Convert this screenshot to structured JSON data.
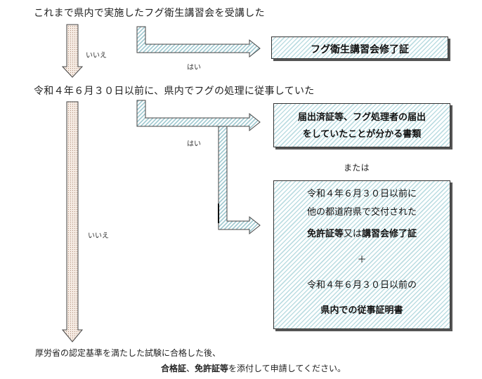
{
  "questions": {
    "q1": "これまで県内で実施したフグ衛生講習会を受講した",
    "q2": "令和４年６月３０日以前に、県内でフグの処理に従事していた"
  },
  "labels": {
    "no1": "いいえ",
    "yes1": "はい",
    "yes2": "はい",
    "no2": "いいえ",
    "or": "または",
    "plus": "＋"
  },
  "boxes": {
    "box1": "フグ衛生講習会修了証",
    "box2": {
      "line1": "届出済証等、フグ処理者の届出",
      "line2": "をしていたことが分かる書類"
    },
    "box3": {
      "line1": "令和４年６月３０日以前に",
      "line2": "他の都道府県で交付された",
      "line3_bold1": "免許証等",
      "line3_mid": "又は",
      "line3_bold2": "講習会修了証",
      "line4": "令和４年６月３０日以前の",
      "line5": "県内での従事証明書"
    }
  },
  "footer": {
    "line1": "厚労省の認定基準を満たした試験に合格した後、",
    "line2_bold1": "合格証",
    "line2_sep": "、",
    "line2_bold2": "免許証等",
    "line2_rest": "を添付して申請してください。"
  },
  "colors": {
    "dotted_arrow_fill": "#f2e6dc",
    "hatch_arrow_fill": "#c9e3e8",
    "border": "#333333"
  }
}
